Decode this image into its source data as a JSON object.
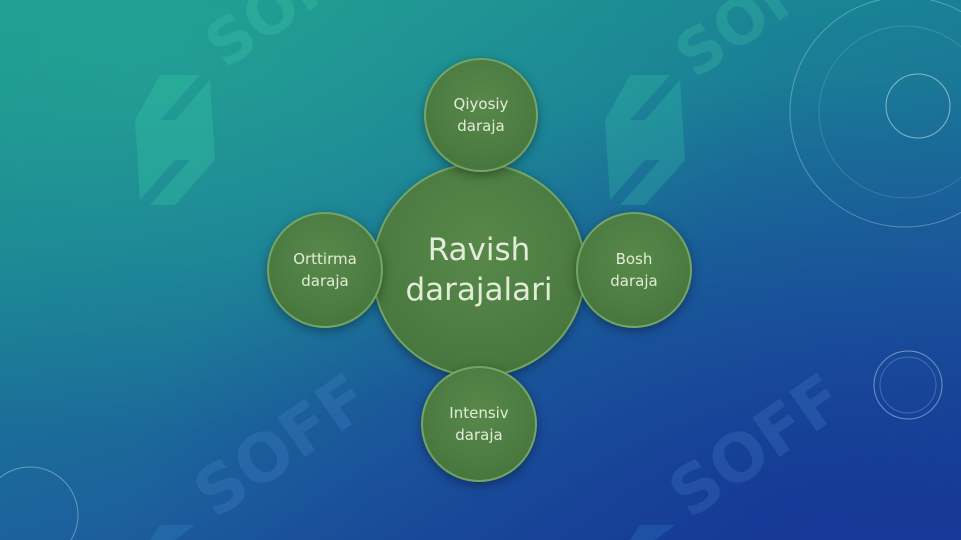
{
  "slide": {
    "colors": {
      "background_top": "#1c9a8e",
      "background_bottom": "#183f96",
      "node_fill": "#4b7b41",
      "node_border": "#8fbf7a",
      "node_text": "#e2ecd8"
    },
    "watermark": {
      "text": "SOFF",
      "icon": "soff-logo-icon"
    }
  },
  "diagram": {
    "center": {
      "line1": "Ravish",
      "line2": "darajalari"
    },
    "nodes": {
      "top": {
        "line1": "Qiyosiy",
        "line2": "daraja"
      },
      "left": {
        "line1": "Orttirma",
        "line2": "daraja"
      },
      "right": {
        "line1": "Bosh",
        "line2": "daraja"
      },
      "bottom": {
        "line1": "Intensiv",
        "line2": "daraja"
      }
    }
  }
}
